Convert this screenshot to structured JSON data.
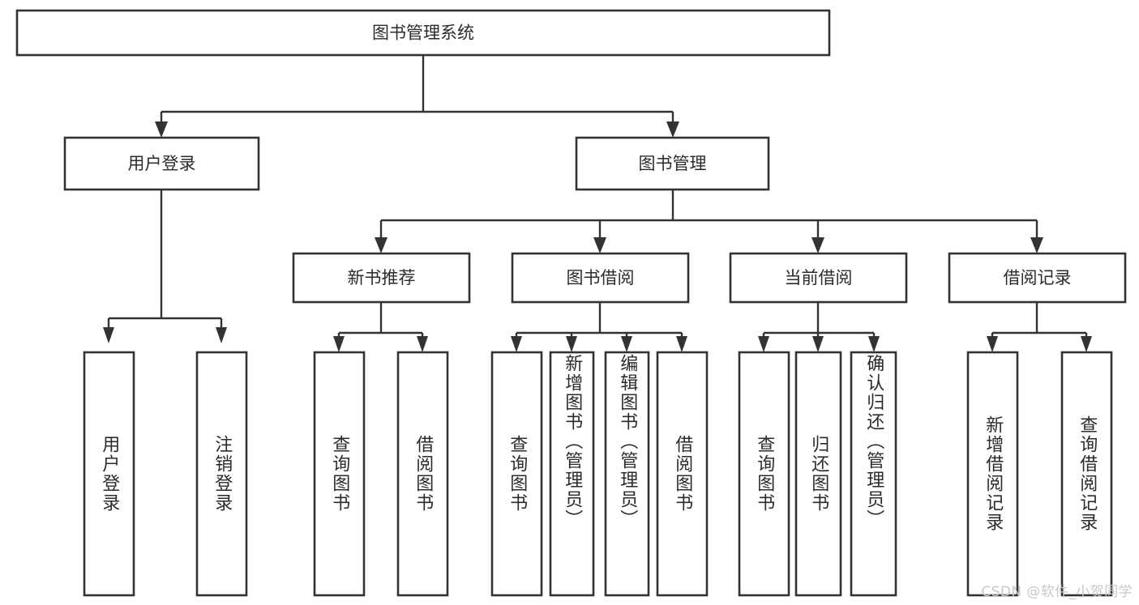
{
  "diagram": {
    "title": "图书管理系统",
    "type": "tree-hierarchy-diagram",
    "colors": {
      "box_stroke": "#333333",
      "box_fill": "#ffffff",
      "text": "#2b2b2b",
      "background": "#ffffff",
      "watermark": "#c9c9c9"
    },
    "root": {
      "label": "图书管理系统"
    },
    "level2": [
      {
        "label": "用户登录"
      },
      {
        "label": "图书管理"
      }
    ],
    "level3": [
      {
        "label": "新书推荐"
      },
      {
        "label": "图书借阅"
      },
      {
        "label": "当前借阅"
      },
      {
        "label": "借阅记录"
      }
    ],
    "leaves": {
      "user_login": [
        {
          "label": "用户登录"
        },
        {
          "label": "注销登录"
        }
      ],
      "new_book_recommend": [
        {
          "label": "查询图书"
        },
        {
          "label": "借阅图书"
        }
      ],
      "book_borrow": [
        {
          "label": "查询图书"
        },
        {
          "label": "新增图书（管理员）"
        },
        {
          "label": "编辑图书（管理员）"
        },
        {
          "label": "借阅图书"
        }
      ],
      "current_borrow": [
        {
          "label": "查询图书"
        },
        {
          "label": "归还图书"
        },
        {
          "label": "确认归还（管理员）"
        }
      ],
      "borrow_record": [
        {
          "label": "新增借阅记录"
        },
        {
          "label": "查询借阅记录"
        }
      ]
    },
    "watermark": "CSDN @软件_小贺同学"
  }
}
